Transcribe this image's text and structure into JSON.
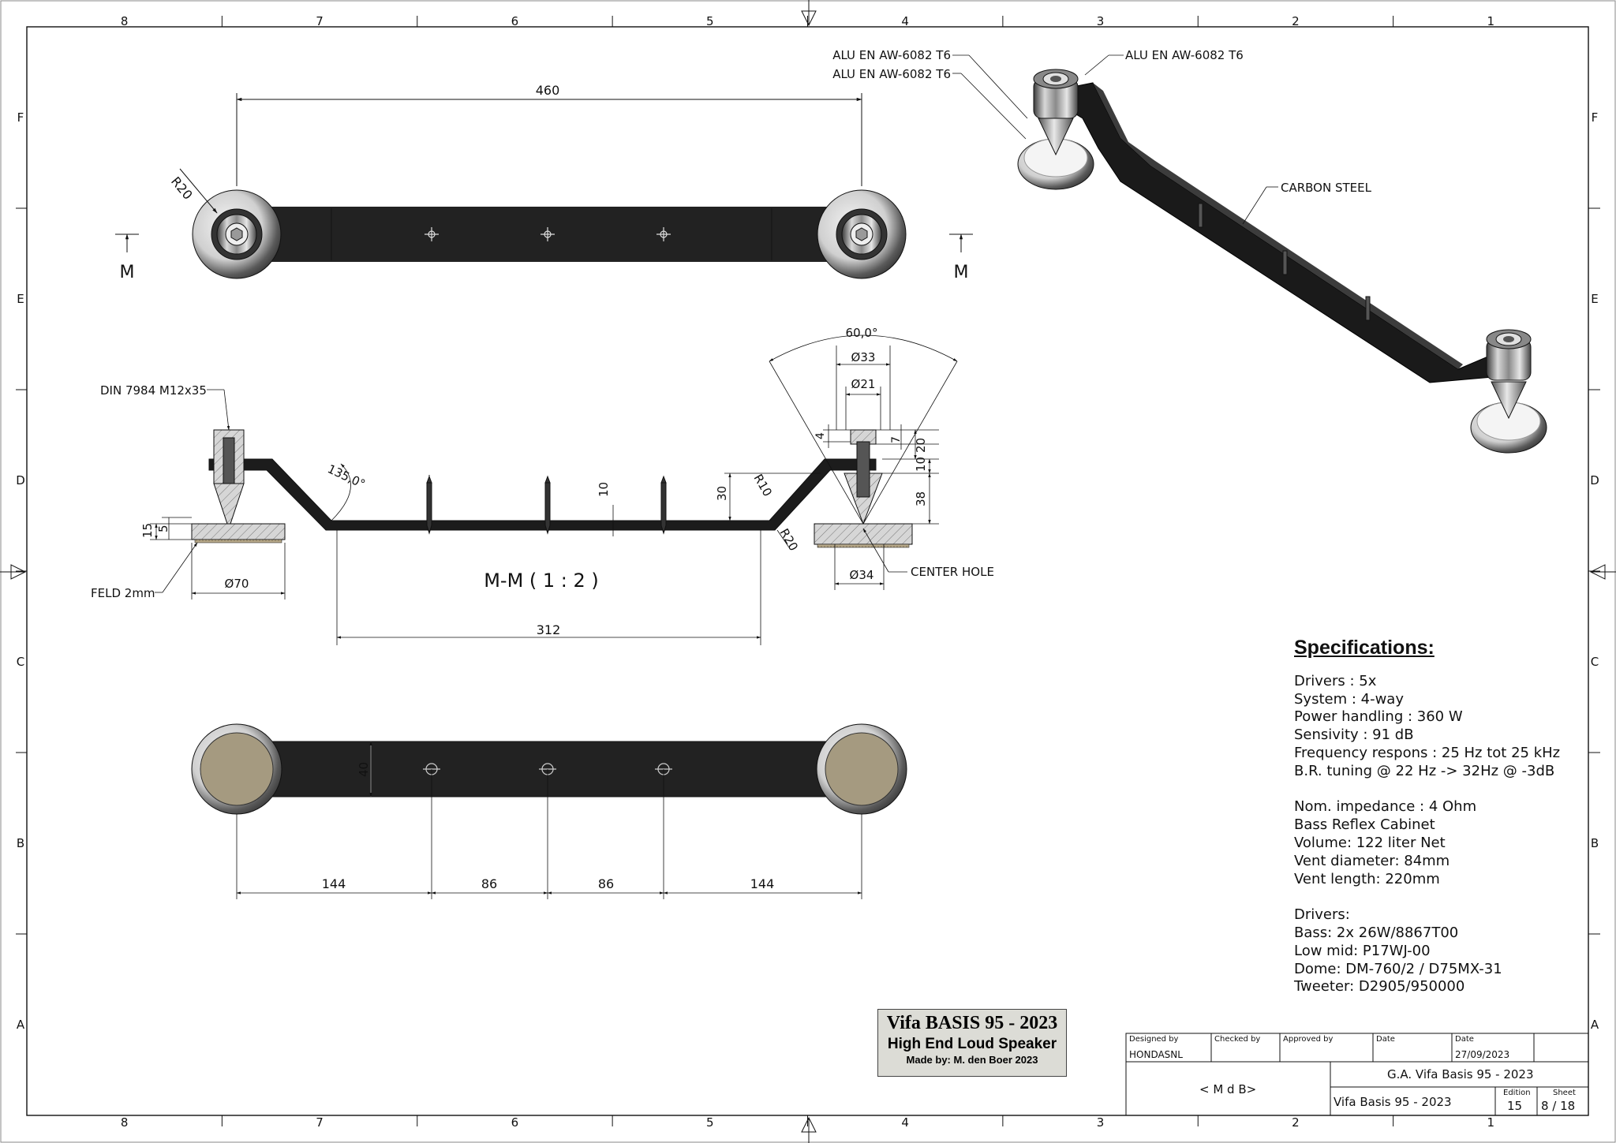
{
  "border_columns": [
    "8",
    "7",
    "6",
    "5",
    "4",
    "3",
    "2",
    "1"
  ],
  "border_rows": [
    "F",
    "E",
    "D",
    "C",
    "B",
    "A"
  ],
  "top_view": {
    "section_mark_left": "M",
    "section_mark_right": "M",
    "dim_length": "460",
    "dim_radius": "R20"
  },
  "section_view": {
    "title": "M-M ( 1 : 2 )",
    "label_bolt": "DIN 7984 M12x35",
    "label_felt": "FELD 2mm",
    "label_center_hole": "CENTER HOLE",
    "dim_angle_bend": "135,0°",
    "dim_angle_cone": "60,0°",
    "dim_d33": "Ø33",
    "dim_d21": "Ø21",
    "dim_d34": "Ø34",
    "dim_d70": "Ø70",
    "dim_15": "15",
    "dim_5": "5",
    "dim_10_thk": "10",
    "dim_30": "30",
    "dim_r10": "R10",
    "dim_r20": "R20",
    "dim_4": "4",
    "dim_7": "7",
    "dim_20": "20",
    "dim_10_r": "10",
    "dim_38": "38",
    "dim_312": "312"
  },
  "bottom_view": {
    "dim_width": "40",
    "dim_seg1": "144",
    "dim_seg2": "86",
    "dim_seg3": "86",
    "dim_seg4": "144"
  },
  "iso_view": {
    "label_alu_left_1": "ALU EN AW-6082 T6",
    "label_alu_left_2": "ALU EN AW-6082 T6",
    "label_alu_right": "ALU EN AW-6082 T6",
    "label_steel": "CARBON STEEL"
  },
  "specifications": {
    "title": "Specifications:",
    "group1": [
      "Drivers : 5x",
      "System : 4-way",
      "Power handling : 360 W",
      "Sensivity : 91 dB",
      "Frequency respons : 25 Hz tot 25 kHz",
      "B.R. tuning @ 22 Hz -> 32Hz @ -3dB"
    ],
    "group2": [
      "Nom. impedance : 4 Ohm",
      "Bass Reflex Cabinet",
      "Volume: 122 liter Net",
      "Vent diameter: 84mm",
      "Vent length: 220mm"
    ],
    "group3": [
      "Drivers:",
      "Bass: 2x 26W/8867T00",
      "Low mid: P17WJ-00",
      "Dome: DM-760/2 / D75MX-31",
      "Tweeter: D2905/950000"
    ]
  },
  "brand_box": {
    "line1": "Vifa BASIS 95 - 2023",
    "line2": "High End Loud Speaker",
    "line3": "Made by: M. den Boer 2023"
  },
  "title_block": {
    "designed_by_label": "Designed by",
    "checked_by_label": "Checked by",
    "approved_by_label": "Approved by",
    "date_label_1": "Date",
    "date_label_2": "Date",
    "designer": "HONDASNL",
    "date": "27/09/2023",
    "company": "< M d B>",
    "title": "G.A. Vifa Basis 95 - 2023",
    "drawing_name": "Vifa Basis 95 - 2023",
    "edition_label": "Edition",
    "sheet_label": "Sheet",
    "edition": "15",
    "sheet": "8 / 18"
  }
}
